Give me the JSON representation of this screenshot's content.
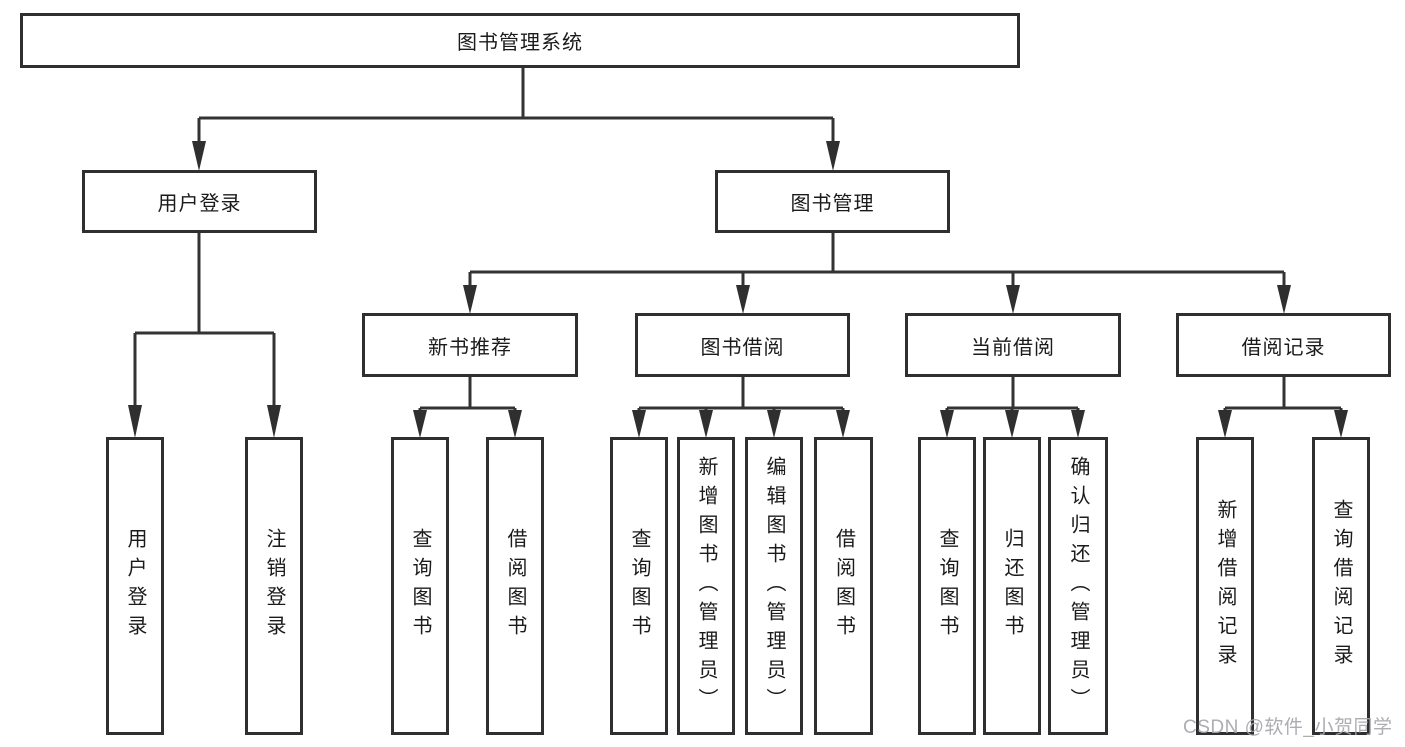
{
  "tree": {
    "label": "图书管理系统",
    "children": [
      {
        "label": "用户登录",
        "children": [
          {
            "label": "用户登录"
          },
          {
            "label": "注销登录"
          }
        ]
      },
      {
        "label": "图书管理",
        "children": [
          {
            "label": "新书推荐",
            "children": [
              {
                "label": "查询图书"
              },
              {
                "label": "借阅图书"
              }
            ]
          },
          {
            "label": "图书借阅",
            "children": [
              {
                "label": "查询图书"
              },
              {
                "label": "新增图书（管理员）"
              },
              {
                "label": "编辑图书（管理员）"
              },
              {
                "label": "借阅图书"
              }
            ]
          },
          {
            "label": "当前借阅",
            "children": [
              {
                "label": "查询图书"
              },
              {
                "label": "归还图书"
              },
              {
                "label": "确认归还（管理员）"
              }
            ]
          },
          {
            "label": "借阅记录",
            "children": [
              {
                "label": "新增借阅记录"
              },
              {
                "label": "查询借阅记录"
              }
            ]
          }
        ]
      }
    ]
  },
  "watermark": {
    "text": "CSDN @软件_小贺同学"
  },
  "colors": {
    "line": "#333333",
    "box_border": "#2f2f2f",
    "text": "#1b1b1b",
    "watermark": "#a6a6ab",
    "background": "#ffffff"
  }
}
